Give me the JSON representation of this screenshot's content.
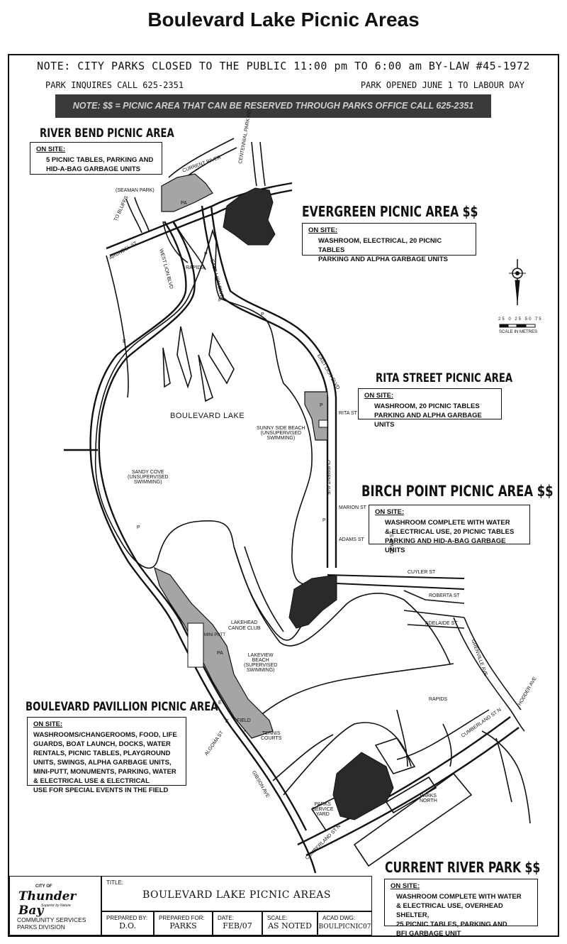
{
  "title": "Boulevard Lake Picnic Areas",
  "header": {
    "note": "NOTE: CITY PARKS CLOSED TO THE PUBLIC 11:00 pm TO 6:00 am BY-LAW #45-1972",
    "inquiries": "PARK INQUIRES CALL 625-2351",
    "opened": "PARK OPENED JUNE 1 TO LABOUR DAY",
    "reserve_note": "NOTE: $$ = PICNIC AREA THAT CAN BE RESERVED THROUGH PARKS OFFICE CALL 625-2351"
  },
  "areas": {
    "river_bend": {
      "title": "RIVER BEND PICNIC AREA",
      "on_site": "ON SITE:",
      "text": "5 PICNIC TABLES, PARKING AND\nHID-A-BAG GARBAGE UNITS"
    },
    "evergreen": {
      "title": "EVERGREEN PICNIC AREA $$",
      "on_site": "ON SITE:",
      "text": "WASHROOM, ELECTRICAL, 20 PICNIC TABLES\nPARKING AND ALPHA GARBAGE UNITS"
    },
    "rita": {
      "title": "RITA STREET PICNIC AREA",
      "on_site": "ON SITE:",
      "text": "WASHROOM, 20 PICNIC TABLES\nPARKING AND ALPHA GARBAGE UNITS"
    },
    "birch": {
      "title": "BIRCH POINT PICNIC AREA $$",
      "on_site": "ON SITE:",
      "text": "WASHROOM COMPLETE WITH WATER\n& ELECTRICAL USE, 20 PICNIC TABLES\nPARKING AND HID-A-BAG GARBAGE UNITS"
    },
    "pavillion": {
      "title": "BOULEVARD PAVILLION PICNIC AREA",
      "on_site": "ON SITE:",
      "text": "WASHROOMS/CHANGEROOMS, FOOD, LIFE\nGUARDS, BOAT LAUNCH, DOCKS, WATER\nRENTALS, PICNIC TABLES, PLAYGROUND\nUNITS, SWINGS, ALPHA GARBAGE UNITS,\nMINI-PUTT, MONUMENTS, PARKING, WATER\n& ELECTRICAL USE & ELECTRICAL\nUSE FOR SPECIAL EVENTS IN THE FIELD"
    },
    "current_river": {
      "title": "CURRENT RIVER PARK $$",
      "on_site": "ON SITE:",
      "text": "WASHROOM COMPLETE WITH WATER\n& ELECTRICAL USE, OVERHEAD SHELTER,\n25 PICNIC TABLES, PARKING AND\nBFI GARBAGE UNIT"
    }
  },
  "map_labels": {
    "lake": "BOULEVARD LAKE",
    "current_river": "CURRENT RIVER",
    "centennial": "CENTENNIAL PARK RD",
    "seaman": "(SEAMAN PARK)",
    "to_bluffs": "TO BLUFFS",
    "arundel": "ARUNDEL ST",
    "west_lion": "WEST LION BLVD",
    "east_lion": "EAST LION BLVD",
    "rapids": "RAPIDS",
    "sunny_side": "SUNNY SIDE BEACH\n(UNSUPERVISED\nSWIMMING)",
    "sandy_cove": "SANDY COVE\n(UNSUPERVISED\nSWIMMING)",
    "rita_st": "RITA ST",
    "current_ave": "CURRENT AVE",
    "marion": "MARION ST",
    "adams": "ADAMS ST",
    "dewe": "DEWE ST",
    "cuyler": "CUYLER ST",
    "roberta": "ROBERTA ST",
    "adelaide": "ADELAIDE ST",
    "grenville": "GRENVILLE AVE",
    "hodder": "HODDER AVE",
    "lakehead": "LAKEHEAD",
    "canoe": "CANOE CLUB",
    "lakeview": "LAKEVIEW\nBEACH\n(SUPERVISED\nSWIMMING)",
    "mini_putt": "MINI PUTT",
    "field": "FIELD",
    "tennis": "TENNIS\nCOURTS",
    "algoma": "ALGOMA ST",
    "gibson": "GIBSON AVE",
    "cumberland": "CUMBERLAND ST N",
    "parks_yard": "PARKS\nSERVICE\nYARD",
    "parks_north": "PARKS\nNORTH",
    "rapids2": "RAPIDS",
    "e": "E",
    "p": "P",
    "pa": "PA",
    "scale": "SCALE IN METRES",
    "scale_ticks": [
      "25",
      "0",
      "25",
      "50",
      "75"
    ]
  },
  "title_block": {
    "logo_top": "CITY OF",
    "logo_name": "Thunder Bay",
    "logo_tag": "Superior by Nature",
    "division": "COMMUNITY SERVICES\nPARKS DIVISION",
    "title_label": "TITLE:",
    "title_value": "BOULEVARD LAKE PICNIC AREAS",
    "prepared_by_label": "PREPARED BY:",
    "prepared_by": "D.O.",
    "prepared_for_label": "PREPARED FOR:",
    "prepared_for": "PARKS",
    "date_label": "DATE:",
    "date": "FEB/07",
    "scale_label": "SCALE:",
    "scale": "AS NOTED",
    "acad_label": "ACAD DWG:",
    "acad": "BOULPICNIC07"
  }
}
